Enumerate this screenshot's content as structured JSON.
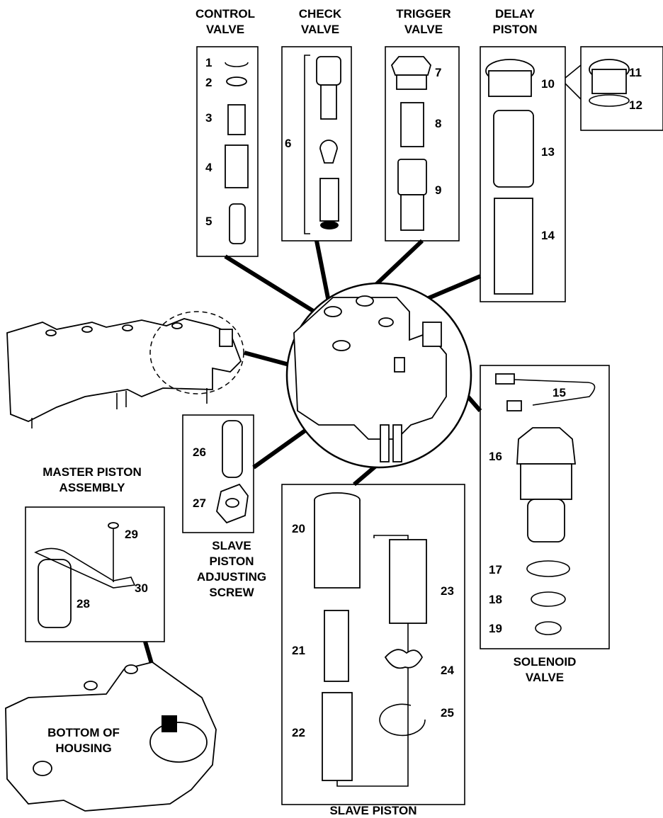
{
  "sections": {
    "control_valve": [
      "CONTROL",
      "VALVE"
    ],
    "check_valve": [
      "CHECK",
      "VALVE"
    ],
    "trigger_valve": [
      "TRIGGER",
      "VALVE"
    ],
    "delay_piston": [
      "DELAY",
      "PISTON"
    ],
    "master_piston_assembly": [
      "MASTER PISTON",
      "ASSEMBLY"
    ],
    "slave_piston_adjusting_screw": [
      "SLAVE",
      "PISTON",
      "ADJUSTING",
      "SCREW"
    ],
    "solenoid_valve": [
      "SOLENOID",
      "VALVE"
    ],
    "bottom_of_housing": [
      "BOTTOM OF",
      "HOUSING"
    ],
    "slave_piston": [
      "SLAVE PISTON"
    ]
  },
  "part_numbers": [
    "1",
    "2",
    "3",
    "4",
    "5",
    "6",
    "7",
    "8",
    "9",
    "10",
    "11",
    "12",
    "13",
    "14",
    "15",
    "16",
    "17",
    "18",
    "19",
    "20",
    "21",
    "22",
    "23",
    "24",
    "25",
    "26",
    "27",
    "28",
    "29",
    "30"
  ]
}
